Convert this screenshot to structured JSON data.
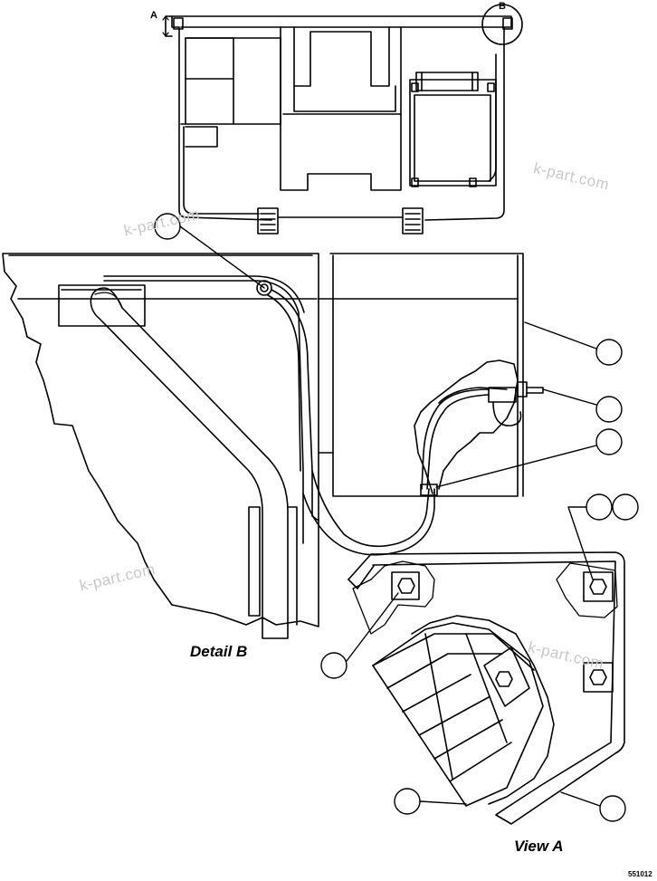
{
  "captions": {
    "detail_b": "Detail B",
    "view_a": "View A"
  },
  "markers": {
    "a": "A",
    "b": "B"
  },
  "document_number": "551012",
  "watermark": "k-part.com",
  "colors": {
    "line": "#000000",
    "background": "#ffffff",
    "watermark": "#c8c8c8"
  }
}
